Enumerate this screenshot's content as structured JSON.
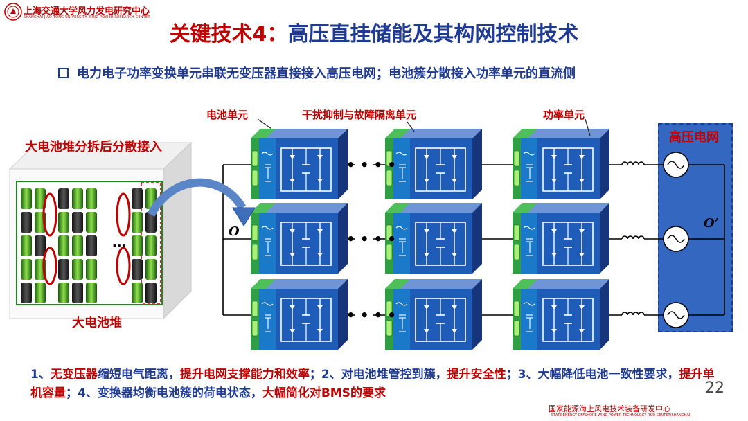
{
  "header": {
    "logo_name": "上海交通大学风力发电研究中心",
    "logo_sub": "SHANGHAI JIAO TONG UNIVERSITY WIND POWER RESEARCH CENTER"
  },
  "title": {
    "part1": "关键技术4：",
    "part2": "高压直挂储能及其构网控制技术"
  },
  "bullet": "电力电子功率变换单元串联无变压器直接接入高压电网；电池簇分散接入功率单元的直流侧",
  "diagram": {
    "battery_unit_label": "电池单元",
    "isolation_unit_label": "干扰抑制与故障隔离单元",
    "power_unit_label": "功率单元",
    "grid_label": "高压电网",
    "split_label": "大电池堆分拆后分散接入",
    "stack_label": "大电池堆",
    "node_o": "O",
    "node_o_prime": "O’",
    "ellipsis_rows": "• • • •",
    "ellipsis_stack": "…"
  },
  "bottom": {
    "s1": "1、",
    "r1": "无变压器",
    "s2": "缩短电气距离，",
    "r2": "提升电网支撑能力和效率",
    "s3": "；2、对电池堆管控到簇，",
    "r3": "提升安全性",
    "s4": "；3、大幅降低电池一致性要求，",
    "r4": "提升单机容量",
    "s5": "；4、变换器均衡电池簇的荷电状态，",
    "r5": "大幅简化对BMS的要求"
  },
  "page_number": "22",
  "footer": {
    "org": "国家能源海上风电技术装备研发中心",
    "org_sub": "STATE ENERGY OFFSHORE WIND POWER TECHNOLOGY R&D CENTER(SHANGHAI)"
  },
  "colors": {
    "title_red": "#c00000",
    "title_blue": "#1f3a93",
    "module_blue": "#1f5cb8",
    "module_green": "#2f9e44",
    "grid_panel": "#3468c0"
  }
}
